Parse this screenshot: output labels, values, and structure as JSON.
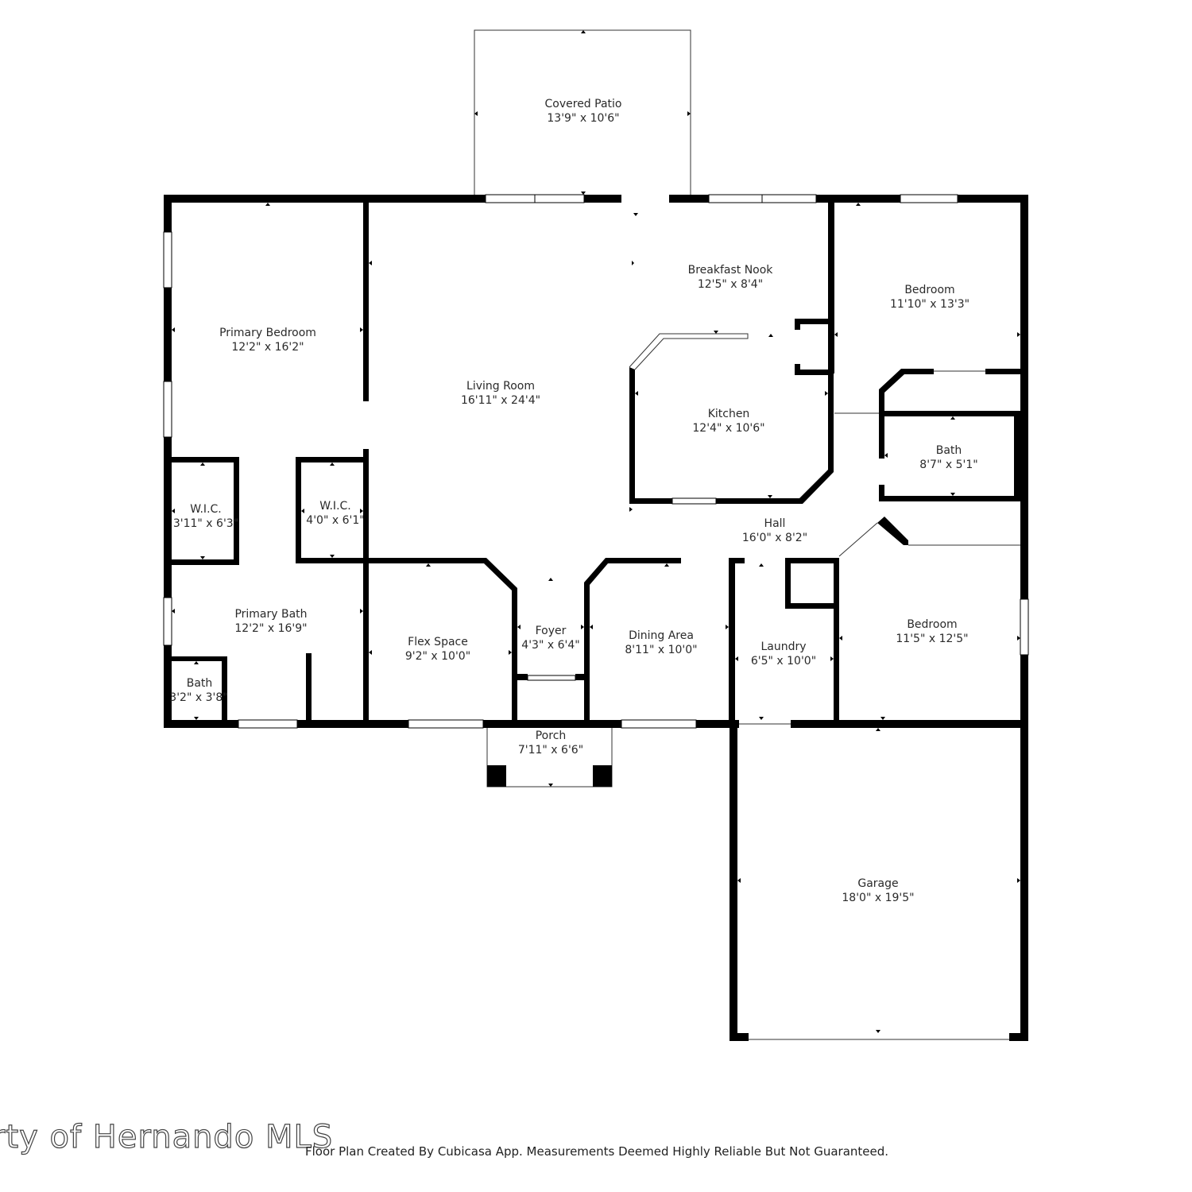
{
  "rooms": {
    "covered_patio": {
      "name": "Covered Patio",
      "dim": "13'9\" x 10'6\""
    },
    "primary_bedroom": {
      "name": "Primary Bedroom",
      "dim": "12'2\" x 16'2\""
    },
    "living_room": {
      "name": "Living Room",
      "dim": "16'11\" x 24'4\""
    },
    "breakfast_nook": {
      "name": "Breakfast Nook",
      "dim": "12'5\" x 8'4\""
    },
    "bedroom_1": {
      "name": "Bedroom",
      "dim": "11'10\" x 13'3\""
    },
    "kitchen": {
      "name": "Kitchen",
      "dim": "12'4\" x 10'6\""
    },
    "bath_2": {
      "name": "Bath",
      "dim": "8'7\" x 5'1\""
    },
    "wic_1": {
      "name": "W.I.C.",
      "dim": "3'11\" x 6'3\""
    },
    "wic_2": {
      "name": "W.I.C.",
      "dim": "4'0\" x 6'1\""
    },
    "hall": {
      "name": "Hall",
      "dim": "16'0\" x 8'2\""
    },
    "primary_bath": {
      "name": "Primary Bath",
      "dim": "12'2\" x 16'9\""
    },
    "flex_space": {
      "name": "Flex Space",
      "dim": "9'2\" x 10'0\""
    },
    "foyer": {
      "name": "Foyer",
      "dim": "4'3\" x 6'4\""
    },
    "dining_area": {
      "name": "Dining Area",
      "dim": "8'11\" x 10'0\""
    },
    "laundry": {
      "name": "Laundry",
      "dim": "6'5\" x 10'0\""
    },
    "bedroom_2": {
      "name": "Bedroom",
      "dim": "11'5\" x 12'5\""
    },
    "bath_small": {
      "name": "Bath",
      "dim": "3'2\" x 3'8\""
    },
    "porch": {
      "name": "Porch",
      "dim": "7'11\" x 6'6\""
    },
    "garage": {
      "name": "Garage",
      "dim": "18'0\" x 19'5\""
    }
  },
  "watermark": "rty of Hernando MLS",
  "credit": "Floor Plan Created By Cubicasa App. Measurements Deemed Highly Reliable But Not Guaranteed."
}
